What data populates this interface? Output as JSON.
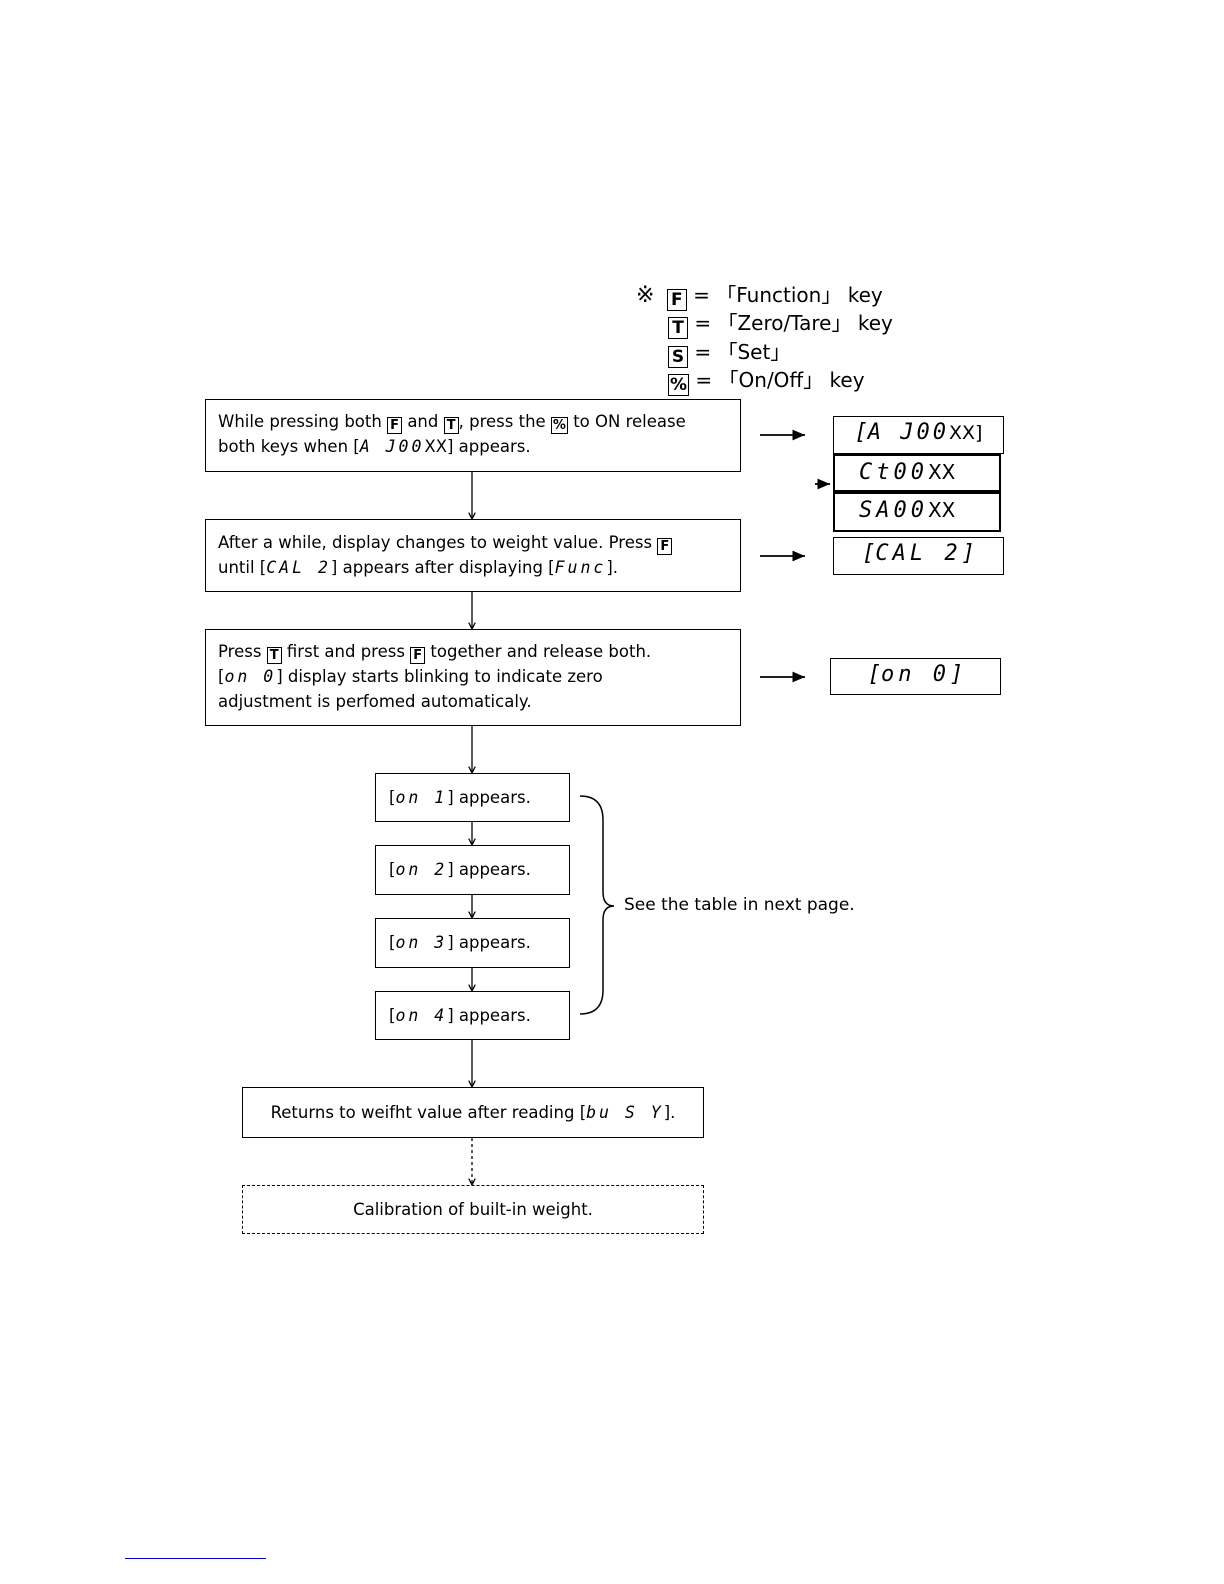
{
  "legend": {
    "marker": "※",
    "rows": [
      {
        "key": "F",
        "text": "= 「Function」 key"
      },
      {
        "key": "T",
        "text": "= 「Zero/Tare」 key"
      },
      {
        "key": "S",
        "text": "= 「Set」"
      },
      {
        "key": "%",
        "text": "= 「On/Off」 key"
      }
    ]
  },
  "steps": {
    "s1": {
      "t1": "While pressing both ",
      "k1": "F",
      "t2": " and ",
      "k2": "T",
      "t3": ", press the ",
      "k3": "%",
      "t4": " to ON release",
      "t5": "both keys when [",
      "seg": "A J00",
      "t6": "XX] appears."
    },
    "s2": {
      "t1": "After a while, display changes to weight value. Press ",
      "k1": "F",
      "t2": "until [",
      "seg1": "CAL 2",
      "t3": "] appears after displaying [",
      "seg2": "Func",
      "t4": "]."
    },
    "s3": {
      "t1": "Press ",
      "k1": "T",
      "t2": " first and press ",
      "k2": "F",
      "t3": " together and release both.",
      "t4": "[",
      "seg": "on 0",
      "t5": "] display starts blinking to indicate zero",
      "t6": "adjustment is perfomed automaticaly."
    },
    "on1": {
      "pre": "[",
      "seg": "on  1",
      "post": "] appears."
    },
    "on2": {
      "pre": "[",
      "seg": "on 2",
      "post": "] appears."
    },
    "on3": {
      "pre": "[",
      "seg": "on 3",
      "post": "] appears."
    },
    "on4": {
      "pre": "[",
      "seg": "on 4",
      "post": "] appears."
    },
    "ret": {
      "t1": "Returns to weifht value after reading [",
      "seg": "bu S Y",
      "t2": "]."
    },
    "cal": "Calibration of built-in weight."
  },
  "displays": {
    "d1": {
      "open": "[",
      "seg": "A J00",
      "tail": "XX]"
    },
    "d2a": {
      "seg": "Ct00",
      "tail": "XX"
    },
    "d2b": {
      "seg": "SA00",
      "tail": "XX"
    },
    "d3": {
      "open": "[",
      "seg": "CAL 2",
      "tail": "]"
    },
    "d4": {
      "open": "[",
      "seg": "on 0",
      "tail": "]"
    }
  },
  "note": "See the table in next page."
}
